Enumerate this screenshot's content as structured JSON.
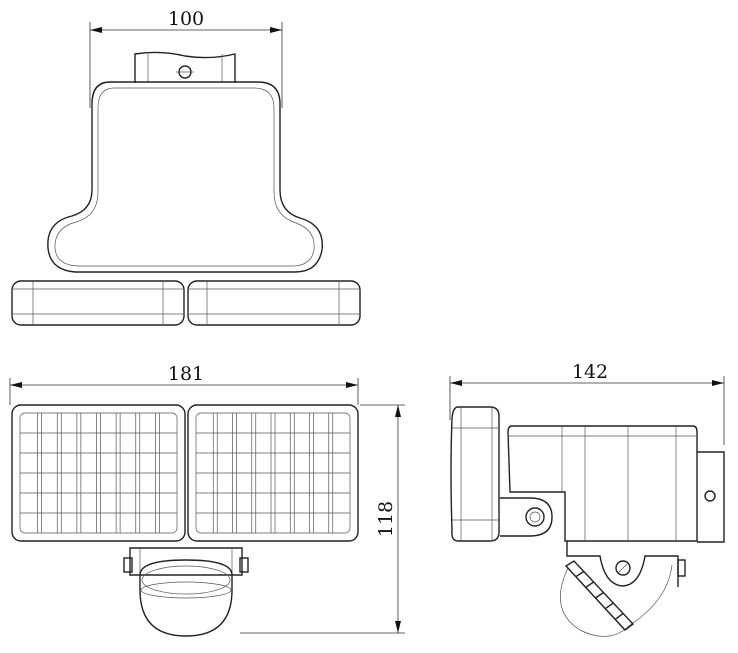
{
  "drawing": {
    "views": [
      "top-view",
      "front-view",
      "side-view"
    ],
    "dimensions": {
      "top_width": "100",
      "front_width": "181",
      "front_height": "118",
      "side_depth": "142"
    },
    "line_color": "#222222",
    "background": "#ffffff"
  }
}
